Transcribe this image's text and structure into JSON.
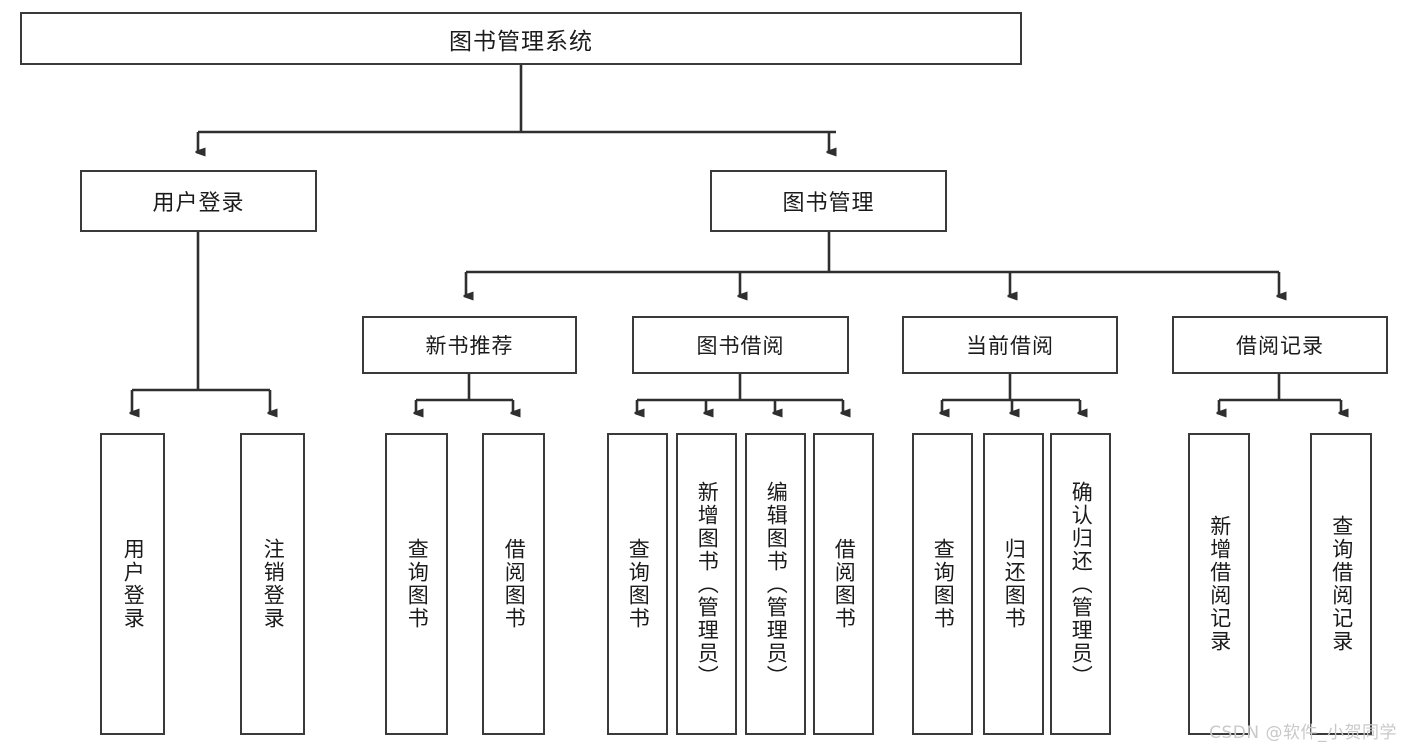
{
  "diagram": {
    "title": "图书管理系统",
    "type": "tree",
    "orientation": "top-down",
    "colors": {
      "box_border": "#3a3a3a",
      "box_fill": "#ffffff",
      "connector": "#2f2f2f",
      "text": "#1b1b1b",
      "watermark": "#c9c9c9"
    }
  },
  "root": {
    "label": "图书管理系统"
  },
  "level2": [
    {
      "label": "用户登录"
    },
    {
      "label": "图书管理"
    }
  ],
  "level3": [
    {
      "label": "新书推荐"
    },
    {
      "label": "图书借阅"
    },
    {
      "label": "当前借阅"
    },
    {
      "label": "借阅记录"
    }
  ],
  "leaves": {
    "user_login": [
      {
        "label": "用户登录"
      },
      {
        "label": "注销登录"
      }
    ],
    "new_book_recommend": [
      {
        "label": "查询图书"
      },
      {
        "label": "借阅图书"
      }
    ],
    "book_borrow": [
      {
        "label": "查询图书"
      },
      {
        "label": "新增图书（管理员）"
      },
      {
        "label": "编辑图书（管理员）"
      },
      {
        "label": "借阅图书"
      }
    ],
    "current_borrow": [
      {
        "label": "查询图书"
      },
      {
        "label": "归还图书"
      },
      {
        "label": "确认归还（管理员）"
      }
    ],
    "borrow_record": [
      {
        "label": "新增借阅记录"
      },
      {
        "label": "查询借阅记录"
      }
    ]
  },
  "watermark": {
    "text": "CSDN @软件_小贺同学"
  }
}
